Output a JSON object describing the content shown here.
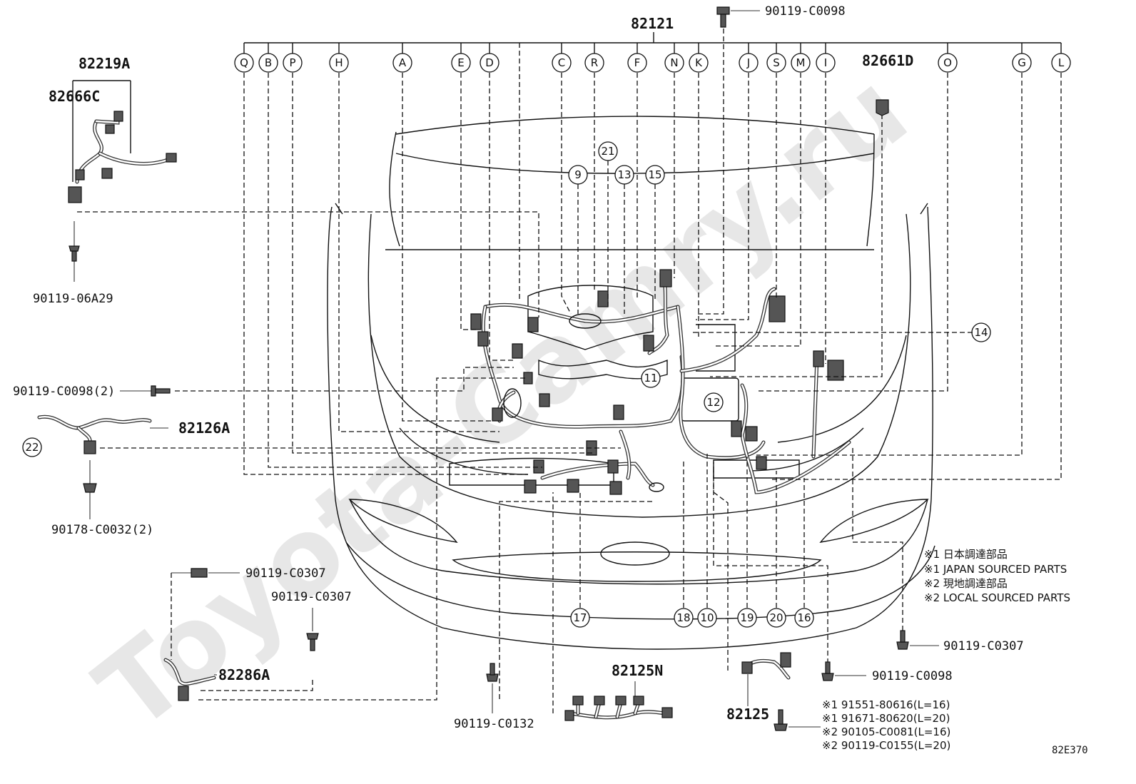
{
  "watermark": "Toyota-Camry.ru",
  "diagram_code": "82E370",
  "main_part": "82121",
  "letters": [
    "Q",
    "B",
    "P",
    "H",
    "A",
    "E",
    "D",
    "C",
    "R",
    "F",
    "N",
    "K",
    "J",
    "S",
    "M",
    "I",
    "O",
    "G",
    "L"
  ],
  "numbers": [
    "9",
    "21",
    "13",
    "15",
    "14",
    "11",
    "12",
    "22",
    "17",
    "18",
    "10",
    "19",
    "20",
    "16"
  ],
  "parts": {
    "p82219A": "82219A",
    "p82666C": "82666C",
    "p82661D": "82661D",
    "p82126A": "82126A",
    "p82286A": "82286A",
    "p82125N": "82125N",
    "p82125": "82125",
    "b_0098_top": "90119-C0098",
    "b_06A29": "90119-06A29",
    "b_0098_2": "90119-C0098(2)",
    "b_0032_2": "90178-C0032(2)",
    "b_0307_a": "90119-C0307",
    "b_0307_b": "90119-C0307",
    "b_0307_c": "90119-C0307",
    "b_0098_b": "90119-C0098",
    "b_0132": "90119-C0132"
  },
  "notes": [
    "※1 日本調達部品",
    "※1 JAPAN SOURCED PARTS",
    "※2 現地調達部品",
    "※2 LOCAL SOURCED PARTS"
  ],
  "bolt_list": [
    "※1 91551-80616(L=16)",
    "※1 91671-80620(L=20)",
    "※2 90105-C0081(L=16)",
    "※2 90119-C0155(L=20)"
  ]
}
